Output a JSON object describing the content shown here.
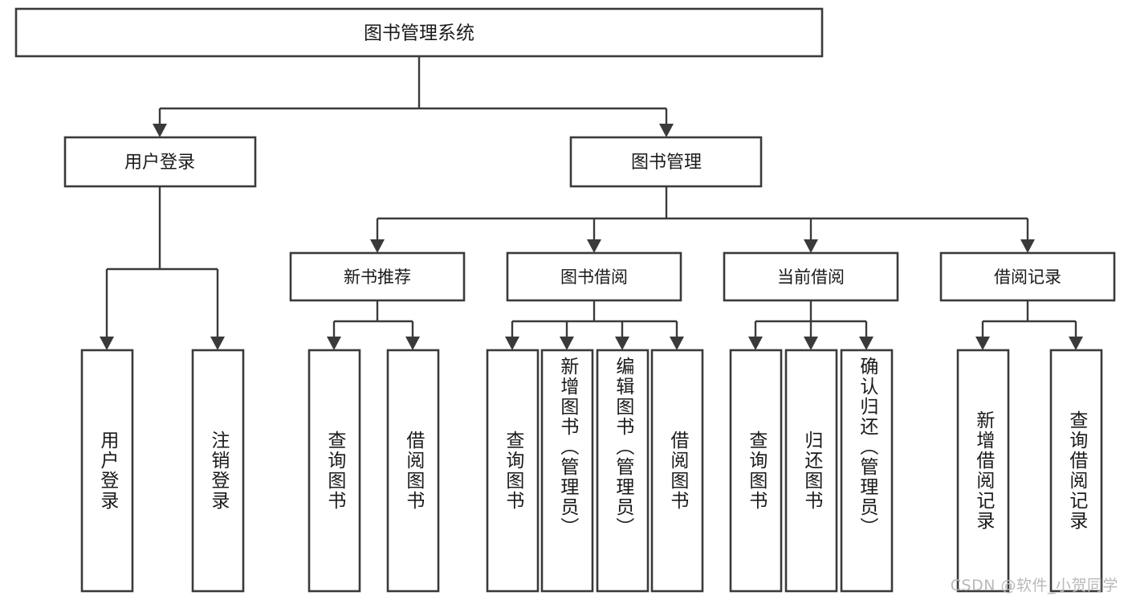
{
  "diagram": {
    "type": "tree-hierarchy",
    "title": "图书管理系统",
    "watermark": "CSDN @软件_小贺同学",
    "colors": {
      "stroke": "#3a3a3a",
      "box_fill": "#ffffff",
      "text": "#1a1a1a",
      "background": "#ffffff",
      "watermark": "#b8b8b8"
    },
    "root": {
      "label": "图书管理系统"
    },
    "level2": [
      {
        "label": "用户登录"
      },
      {
        "label": "图书管理"
      }
    ],
    "level3": [
      {
        "label": "新书推荐"
      },
      {
        "label": "图书借阅"
      },
      {
        "label": "当前借阅"
      },
      {
        "label": "借阅记录"
      }
    ],
    "leaves": {
      "user_login": [
        {
          "label": "用户登录"
        },
        {
          "label": "注销登录"
        }
      ],
      "new_book_recommend": [
        {
          "label": "查询图书"
        },
        {
          "label": "借阅图书"
        }
      ],
      "book_borrow": [
        {
          "label": "查询图书"
        },
        {
          "label": "新增图书（管理员）"
        },
        {
          "label": "编辑图书（管理员）"
        },
        {
          "label": "借阅图书"
        }
      ],
      "current_borrow": [
        {
          "label": "查询图书"
        },
        {
          "label": "归还图书"
        },
        {
          "label": "确认归还（管理员）"
        }
      ],
      "borrow_record": [
        {
          "label": "新增借阅记录"
        },
        {
          "label": "查询借阅记录"
        }
      ]
    }
  }
}
